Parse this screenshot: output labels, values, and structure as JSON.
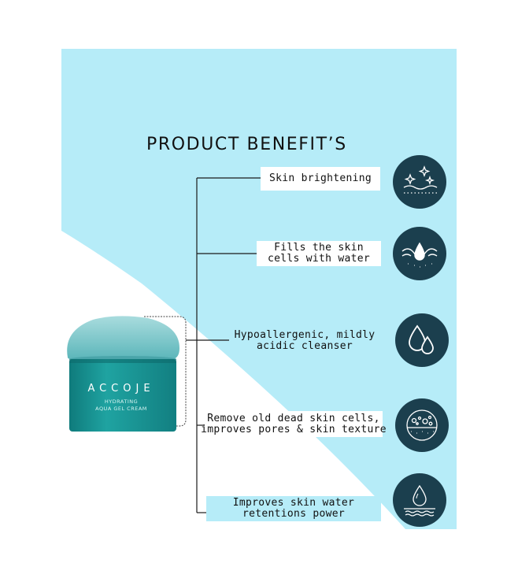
{
  "title": "PRODUCT BENEFIT’S",
  "benefits": [
    {
      "lines": [
        "Skin brightening"
      ],
      "icon": "sparkle-skin-icon"
    },
    {
      "lines": [
        "Fills the skin",
        "cells with water"
      ],
      "icon": "water-drop-skin-icon"
    },
    {
      "lines": [
        "Hypoallergenic, mildly",
        "acidic cleanser"
      ],
      "icon": "double-drop-icon"
    },
    {
      "lines": [
        "Remove old dead skin cells,",
        "improves pores & skin texture"
      ],
      "icon": "pores-texture-icon"
    },
    {
      "lines": [
        "Improves skin water",
        "retentions power"
      ],
      "icon": "drop-skin-layer-icon"
    }
  ],
  "product": {
    "brand": "ACCOJE",
    "line1": "HYDRATING",
    "line2": "AQUA GEL CREAM"
  },
  "colors": {
    "background": "#ffffff",
    "accent_blue": "#b6ecf8",
    "icon_circle": "#1b3f4e",
    "jar_teal": "#1a9a98"
  }
}
